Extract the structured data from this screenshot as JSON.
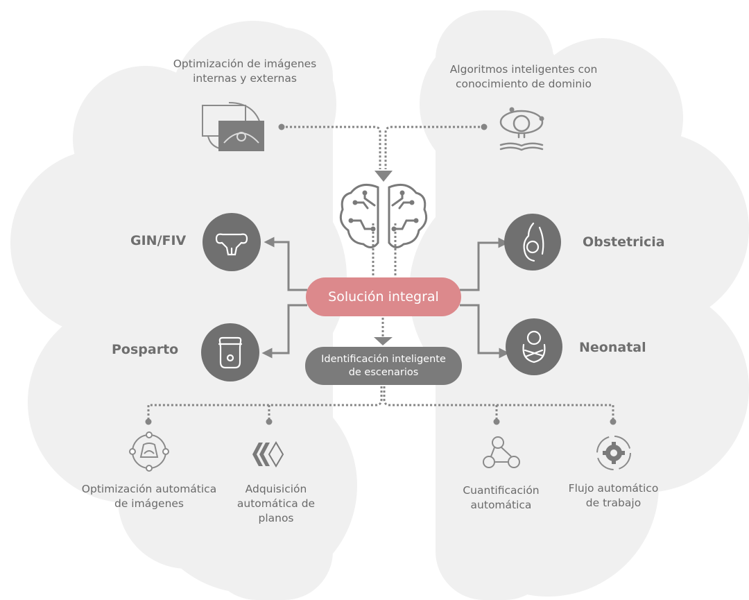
{
  "top_left_label": {
    "line1": "Optimización de imágenes",
    "line2": "internas y externas"
  },
  "top_right_label": {
    "line1": "Algoritmos inteligentes con",
    "line2": "conocimiento de dominio"
  },
  "center": {
    "main": "Solución integral",
    "sub_line1": "Identificación inteligente",
    "sub_line2": "de escenarios"
  },
  "categories": {
    "gin": "GIN/FIV",
    "posparto": "Posparto",
    "obstetricia": "Obstetricia",
    "neonatal": "Neonatal"
  },
  "features": [
    {
      "line1": "Optimización automática",
      "line2": "de imágenes",
      "line3": ""
    },
    {
      "line1": "Adquisición",
      "line2": "automática de",
      "line3": "planos"
    },
    {
      "line1": "Cuantificación",
      "line2": "automática",
      "line3": ""
    },
    {
      "line1": "Flujo automático",
      "line2": "de trabajo",
      "line3": ""
    }
  ],
  "colors": {
    "cloud": "#f0f0f0",
    "dark": "#707070",
    "line": "#858585",
    "accent": "#dc898c",
    "pill_gray": "#7b7b7b"
  },
  "icons": {
    "top_left": "image-overlay-icon",
    "top_right": "lightbulb-book-icon",
    "center": "brain-circuit-icon",
    "gin": "uterus-icon",
    "posparto": "pelvic-probe-icon",
    "obstetricia": "pregnancy-icon",
    "neonatal": "baby-icon",
    "feature_1": "ultrasound-cycle-icon",
    "feature_2": "chevrons-diamond-icon",
    "feature_3": "network-chart-icon",
    "feature_4": "gear-cycle-icon"
  }
}
